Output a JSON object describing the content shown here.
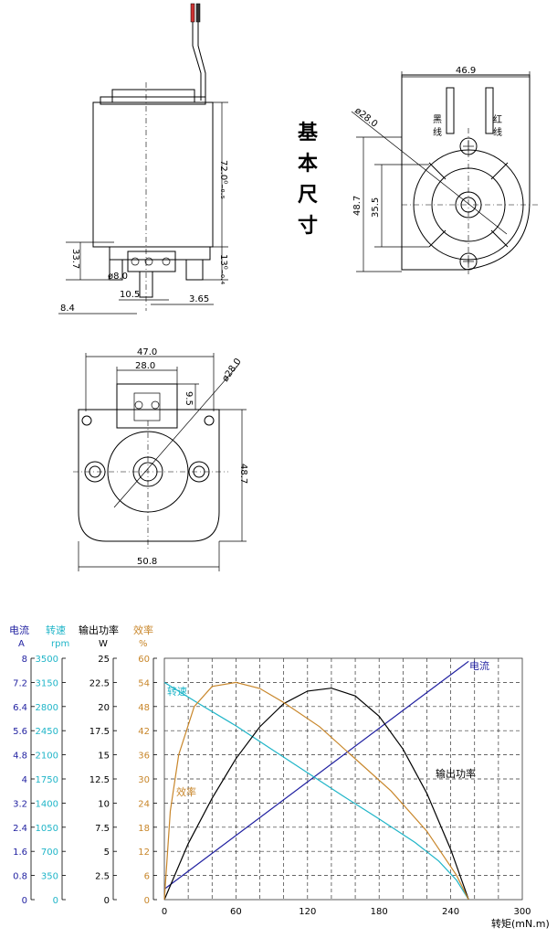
{
  "side_view": {
    "dims": {
      "height_72": "72.0⁰₋₀.₅",
      "base_13": "13⁰₋₀.₄",
      "left_33_7": "33.7",
      "shaft_dia": "ø8.0",
      "w_10_5": "10.5",
      "w_3_65": "3.65",
      "w_8_4": "8.4"
    }
  },
  "top_right_view": {
    "title_chars": [
      "基",
      "本",
      "尺",
      "寸"
    ],
    "dims": {
      "width_46_9": "46.9",
      "dia_28": "ø28.0",
      "h_48_7": "48.7",
      "h_35_5": "35.5",
      "wire_black": [
        "黑",
        "线"
      ],
      "wire_red": [
        "红",
        "线"
      ]
    }
  },
  "bottom_view": {
    "dims": {
      "w_47": "47.0",
      "w_28": "28.0",
      "h_9_5": "9.5",
      "dia_28": "ø28.0",
      "h_48_7": "48.7",
      "w_50_8": "50.8"
    }
  },
  "chart_data": {
    "type": "line",
    "axes_headers": [
      {
        "name": "电流",
        "unit": "A",
        "color": "#1f1fa0"
      },
      {
        "name": "转速",
        "unit": "rpm",
        "color": "#1fb5c8"
      },
      {
        "name": "输出功率",
        "unit": "W",
        "color": "#000000"
      },
      {
        "name": "效率",
        "unit": "%",
        "color": "#c8862a"
      }
    ],
    "y_axes": {
      "current": [
        "8",
        "7.2",
        "6.4",
        "5.6",
        "4.8",
        "4",
        "3.2",
        "2.4",
        "1.6",
        "0.8",
        "0"
      ],
      "speed": [
        "3500",
        "3150",
        "2800",
        "2450",
        "2100",
        "1750",
        "1400",
        "1050",
        "700",
        "350",
        "0"
      ],
      "power": [
        "25",
        "22.5",
        "20",
        "17.5",
        "15",
        "12.5",
        "10",
        "7.5",
        "5",
        "2.5",
        "0"
      ],
      "efficiency": [
        "60",
        "54",
        "48",
        "42",
        "36",
        "30",
        "24",
        "18",
        "12",
        "6",
        "0"
      ]
    },
    "x_ticks": [
      "0",
      "60",
      "120",
      "180",
      "240",
      "300"
    ],
    "xlabel": "转矩(mN.m)",
    "xlim": [
      0,
      300
    ],
    "series": [
      {
        "name": "电流",
        "color": "#1f1fa0",
        "y_scale": [
          0,
          8
        ],
        "x": [
          0,
          255
        ],
        "y": [
          0.35,
          7.9
        ]
      },
      {
        "name": "转速",
        "color": "#1fb5c8",
        "y_scale": [
          0,
          3500
        ],
        "x": [
          0,
          30,
          60,
          90,
          120,
          150,
          180,
          210,
          230,
          245,
          255
        ],
        "y": [
          3150,
          2830,
          2520,
          2180,
          1840,
          1500,
          1170,
          830,
          560,
          280,
          0
        ]
      },
      {
        "name": "输出功率",
        "color": "#000000",
        "y_scale": [
          0,
          25
        ],
        "x": [
          0,
          20,
          40,
          60,
          80,
          100,
          120,
          140,
          160,
          180,
          200,
          220,
          240,
          255
        ],
        "y": [
          0,
          5.8,
          10.5,
          14.6,
          17.9,
          20.3,
          21.6,
          21.9,
          21.1,
          19.0,
          15.6,
          11.0,
          5.2,
          0
        ]
      },
      {
        "name": "效率",
        "color": "#c8862a",
        "y_scale": [
          0,
          60
        ],
        "x": [
          0,
          5,
          12,
          25,
          40,
          60,
          80,
          100,
          130,
          160,
          190,
          220,
          245,
          255
        ],
        "y": [
          0,
          22,
          36,
          48,
          53,
          54,
          52.5,
          49,
          43,
          35,
          27,
          17,
          6,
          0
        ]
      }
    ],
    "series_labels": {
      "current": "电流",
      "speed": "转速",
      "power": "输出功率",
      "efficiency": "效率"
    },
    "grid": true
  }
}
